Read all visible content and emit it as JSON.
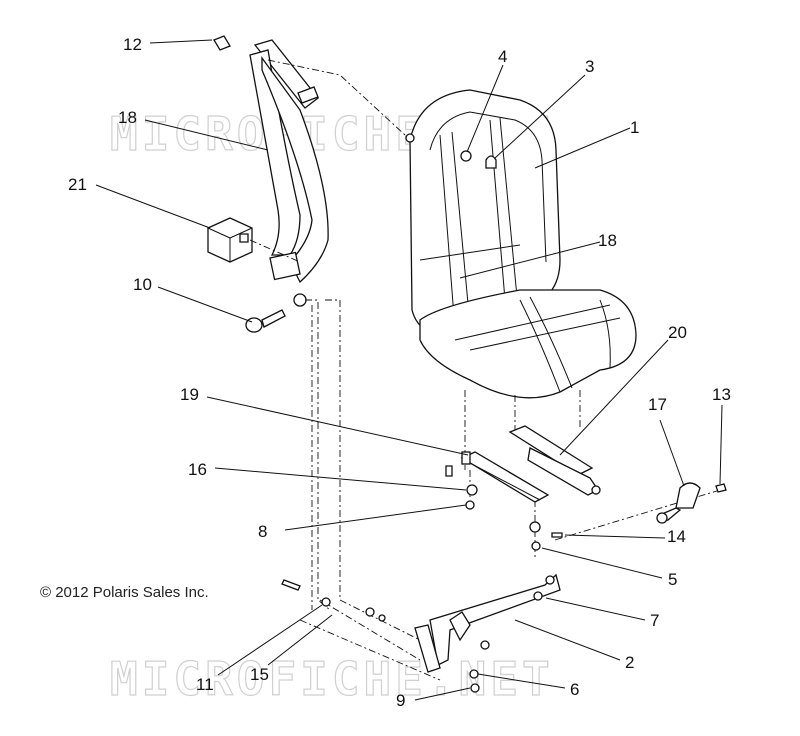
{
  "watermark": {
    "top": "MICROFICHE.NET",
    "bottom": "MICROFICHE.NET"
  },
  "copyright": "© 2012 Polaris Sales Inc.",
  "callouts": [
    {
      "id": "c1",
      "label": "1"
    },
    {
      "id": "c2",
      "label": "2"
    },
    {
      "id": "c3",
      "label": "3"
    },
    {
      "id": "c4",
      "label": "4"
    },
    {
      "id": "c5",
      "label": "5"
    },
    {
      "id": "c6",
      "label": "6"
    },
    {
      "id": "c7",
      "label": "7"
    },
    {
      "id": "c8",
      "label": "8"
    },
    {
      "id": "c9",
      "label": "9"
    },
    {
      "id": "c10",
      "label": "10"
    },
    {
      "id": "c11",
      "label": "11"
    },
    {
      "id": "c12",
      "label": "12"
    },
    {
      "id": "c13",
      "label": "13"
    },
    {
      "id": "c14",
      "label": "14"
    },
    {
      "id": "c15",
      "label": "15"
    },
    {
      "id": "c16",
      "label": "16"
    },
    {
      "id": "c17",
      "label": "17"
    },
    {
      "id": "c18a",
      "label": "18"
    },
    {
      "id": "c18b",
      "label": "18"
    },
    {
      "id": "c19",
      "label": "19"
    },
    {
      "id": "c20",
      "label": "20"
    },
    {
      "id": "c21",
      "label": "21"
    }
  ]
}
